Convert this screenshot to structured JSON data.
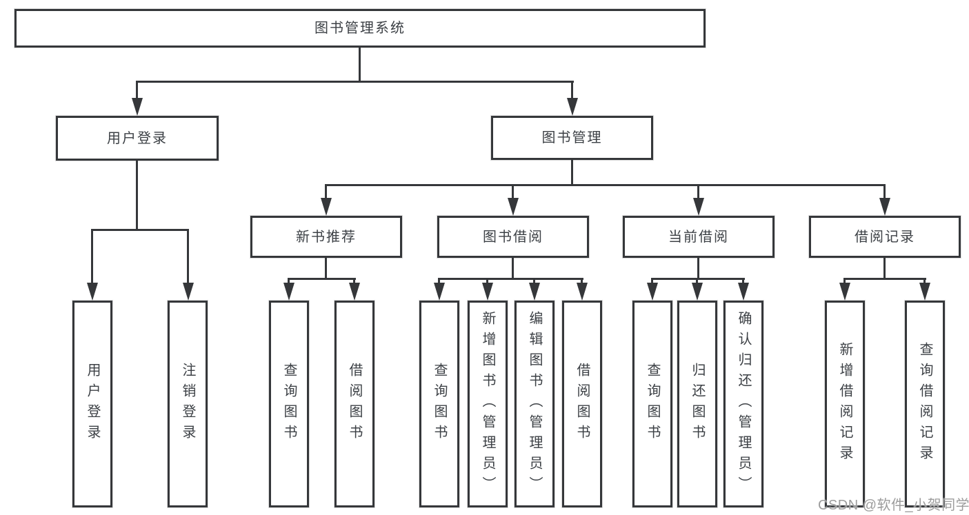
{
  "diagram_type": "hierarchy",
  "colors": {
    "line": "#35373a",
    "text": "#3c4045",
    "watermark": "#9c9c9c",
    "background": "#ffffff"
  },
  "watermark": {
    "text": "CSDN @软件_小贺同学"
  },
  "tree": {
    "label": "图书管理系统",
    "children": [
      {
        "label": "用户登录",
        "children": [
          {
            "label": "用户登录"
          },
          {
            "label": "注销登录"
          }
        ]
      },
      {
        "label": "图书管理",
        "children": [
          {
            "label": "新书推荐",
            "children": [
              {
                "label": "查询图书"
              },
              {
                "label": "借阅图书"
              }
            ]
          },
          {
            "label": "图书借阅",
            "children": [
              {
                "label": "查询图书"
              },
              {
                "label": "新增图书（管理员）"
              },
              {
                "label": "编辑图书（管理员）"
              },
              {
                "label": "借阅图书"
              }
            ]
          },
          {
            "label": "当前借阅",
            "children": [
              {
                "label": "查询图书"
              },
              {
                "label": "归还图书"
              },
              {
                "label": "确认归还（管理员）"
              }
            ]
          },
          {
            "label": "借阅记录",
            "children": [
              {
                "label": "新增借阅记录"
              },
              {
                "label": "查询借阅记录"
              }
            ]
          }
        ]
      }
    ]
  }
}
